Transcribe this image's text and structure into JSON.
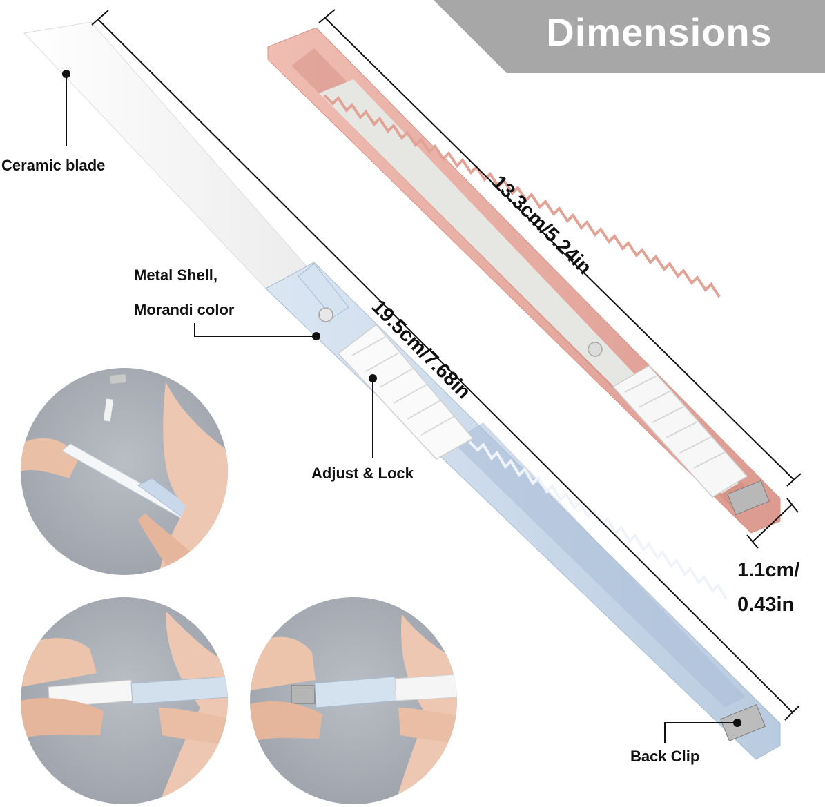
{
  "banner": {
    "title": "Dimensions"
  },
  "labels": {
    "ceramic_blade": "Ceramic blade",
    "metal_shell_line1": "Metal Shell,",
    "metal_shell_line2": "Morandi color",
    "adjust_lock": "Adjust & Lock",
    "back_clip": "Back Clip"
  },
  "dimensions": {
    "blue_knife_length": "19.5cm/7.68in",
    "pink_knife_length": "13.3cm/5.24in",
    "width_line1": "1.1cm/",
    "width_line2": "0.43in"
  },
  "colors": {
    "banner_gray": "#a7a7a7",
    "pink_shell": "#e8aaa0",
    "blue_shell": "#c9d8ea",
    "blade_white": "#fbfbfb"
  }
}
